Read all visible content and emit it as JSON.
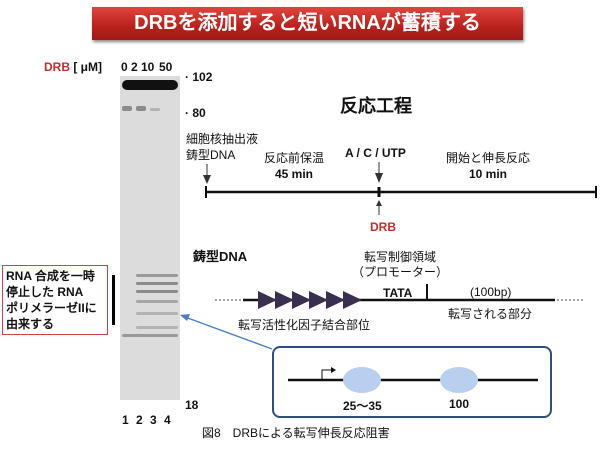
{
  "banner": {
    "title": "DRBを添加すると短いRNAが蓄積する"
  },
  "gel": {
    "drb_label": "DRB",
    "unit_label": "[ μM]",
    "concentrations": [
      "0",
      "2",
      "10",
      "50"
    ],
    "markers": [
      "102",
      "80",
      "18"
    ],
    "lanes": [
      "1",
      "2",
      "3",
      "4"
    ]
  },
  "annotation": {
    "lines": [
      "RNA 合成を一時",
      "停止した RNA",
      "ポリメラーゼIIに",
      "由来する"
    ]
  },
  "process": {
    "title": "反応工程",
    "step1_line1": "細胞核抽出液",
    "step1_line2": "鋳型DNA",
    "preinc": "反応前保温",
    "preinc_time": "45 min",
    "ntp": "A / C / UTP",
    "elong": "開始と伸長反応",
    "elong_time": "10 min",
    "drb": "DRB"
  },
  "dna": {
    "title": "鋳型DNA",
    "promoter_line1": "転写制御領域",
    "promoter_line2": "（プロモーター）",
    "tata": "TATA",
    "bp": "(100bp)",
    "transcribed": "転写される部分",
    "activator_sites": "転写活性化因子結合部位",
    "pause_positions": [
      "25～35",
      "100"
    ]
  },
  "caption": "図8　DRBによる転写伸長反応阻害",
  "colors": {
    "accent_red": "#c0302b",
    "box_blue": "#2f4f7f",
    "arrow_blue": "#4a7fc0",
    "triangle": "#3b2f4f"
  }
}
